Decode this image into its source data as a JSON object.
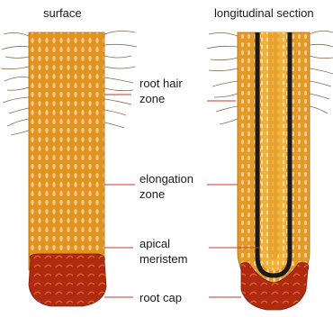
{
  "headings": {
    "surface": "surface",
    "section": "longitudinal section"
  },
  "labels": {
    "root_hair_zone": [
      "root hair",
      "zone"
    ],
    "elongation_zone": [
      "elongation",
      "zone"
    ],
    "apical_meristem": [
      "apical",
      "meristem"
    ],
    "root_cap": "root cap"
  },
  "colors": {
    "root_body": "#e0931e",
    "root_cell_lines": "#f6c98a",
    "root_cap": "#b02a12",
    "root_cap_cells": "#e0662e",
    "vascular_core": "#f0b13a",
    "endodermis_band": "#1a1a1a",
    "leader_lines": "#c0392b",
    "root_hairs": "#8a6a4a"
  }
}
